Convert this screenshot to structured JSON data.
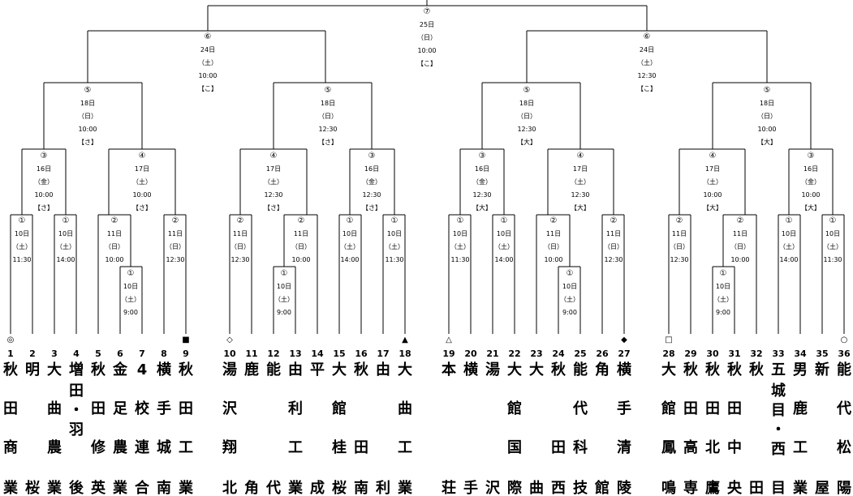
{
  "teams": [
    {
      "num": "1",
      "chars": [
        "秋",
        "田",
        "商",
        "業"
      ],
      "mark": "◎"
    },
    {
      "num": "2",
      "chars": [
        "明",
        "",
        "",
        "桜"
      ],
      "mark": ""
    },
    {
      "num": "3",
      "chars": [
        "大",
        "曲",
        "農",
        "業"
      ],
      "mark": ""
    },
    {
      "num": "4",
      "chars": [
        "増",
        "田・羽",
        "",
        "後"
      ],
      "mark": ""
    },
    {
      "num": "5",
      "chars": [
        "秋",
        "田",
        "修",
        "英"
      ],
      "mark": ""
    },
    {
      "num": "6",
      "chars": [
        "金",
        "足",
        "農",
        "業"
      ],
      "mark": ""
    },
    {
      "num": "7",
      "chars": [
        "4",
        "校",
        "連",
        "合"
      ],
      "mark": ""
    },
    {
      "num": "8",
      "chars": [
        "横",
        "手",
        "城",
        "南"
      ],
      "mark": ""
    },
    {
      "num": "9",
      "chars": [
        "秋",
        "田",
        "工",
        "業"
      ],
      "mark": "■"
    },
    {
      "num": "10",
      "chars": [
        "湯",
        "沢",
        "翔",
        "北"
      ],
      "mark": "◇"
    },
    {
      "num": "11",
      "chars": [
        "鹿",
        "",
        "",
        "角"
      ],
      "mark": ""
    },
    {
      "num": "12",
      "chars": [
        "能",
        "",
        "",
        "代"
      ],
      "mark": ""
    },
    {
      "num": "13",
      "chars": [
        "由",
        "利",
        "工",
        "業"
      ],
      "mark": ""
    },
    {
      "num": "14",
      "chars": [
        "平",
        "",
        "",
        "成"
      ],
      "mark": ""
    },
    {
      "num": "15",
      "chars": [
        "大",
        "館",
        "桂",
        "桜"
      ],
      "mark": ""
    },
    {
      "num": "16",
      "chars": [
        "秋",
        "",
        "田",
        "南"
      ],
      "mark": ""
    },
    {
      "num": "17",
      "chars": [
        "由",
        "",
        "",
        "利"
      ],
      "mark": ""
    },
    {
      "num": "18",
      "chars": [
        "大",
        "曲",
        "工",
        "業"
      ],
      "mark": "▲"
    },
    {
      "num": "19",
      "chars": [
        "本",
        "",
        "",
        "荘"
      ],
      "mark": "△"
    },
    {
      "num": "20",
      "chars": [
        "横",
        "",
        "",
        "手"
      ],
      "mark": ""
    },
    {
      "num": "21",
      "chars": [
        "湯",
        "",
        "",
        "沢"
      ],
      "mark": ""
    },
    {
      "num": "22",
      "chars": [
        "大",
        "館",
        "国",
        "際"
      ],
      "mark": ""
    },
    {
      "num": "23",
      "chars": [
        "大",
        "",
        "",
        "曲"
      ],
      "mark": ""
    },
    {
      "num": "24",
      "chars": [
        "秋",
        "",
        "田",
        "西"
      ],
      "mark": ""
    },
    {
      "num": "25",
      "chars": [
        "能",
        "代",
        "科",
        "技"
      ],
      "mark": ""
    },
    {
      "num": "26",
      "chars": [
        "角",
        "",
        "",
        "館"
      ],
      "mark": ""
    },
    {
      "num": "27",
      "chars": [
        "横",
        "手",
        "清",
        "陵"
      ],
      "mark": "◆"
    },
    {
      "num": "28",
      "chars": [
        "大",
        "館",
        "鳳",
        "鳴"
      ],
      "mark": "□"
    },
    {
      "num": "29",
      "chars": [
        "秋",
        "田",
        "高",
        "専"
      ],
      "mark": ""
    },
    {
      "num": "30",
      "chars": [
        "秋",
        "田",
        "北",
        "鷹"
      ],
      "mark": ""
    },
    {
      "num": "31",
      "chars": [
        "秋",
        "田",
        "中",
        "央"
      ],
      "mark": ""
    },
    {
      "num": "32",
      "chars": [
        "秋",
        "",
        "",
        "田"
      ],
      "mark": ""
    },
    {
      "num": "33",
      "chars": [
        "五",
        "城目・西",
        "",
        "目"
      ],
      "mark": ""
    },
    {
      "num": "34",
      "chars": [
        "男",
        "鹿",
        "工",
        "業"
      ],
      "mark": ""
    },
    {
      "num": "35",
      "chars": [
        "新",
        "",
        "",
        "屋"
      ],
      "mark": ""
    },
    {
      "num": "36",
      "chars": [
        "能",
        "代",
        "松",
        "陽"
      ],
      "mark": "○"
    }
  ],
  "matches": {
    "final": {
      "round": "⑦",
      "lines": [
        "25日",
        "（日）",
        "10:00",
        "【こ】"
      ]
    },
    "semi_l": {
      "round": "⑥",
      "lines": [
        "24日",
        "（土）",
        "10:00",
        "【こ】"
      ]
    },
    "semi_r": {
      "round": "⑥",
      "lines": [
        "24日",
        "（土）",
        "12:30",
        "【こ】"
      ]
    },
    "q_1": {
      "round": "⑤",
      "lines": [
        "18日",
        "（日）",
        "10:00",
        "【さ】"
      ]
    },
    "q_2": {
      "round": "⑤",
      "lines": [
        "18日",
        "（日）",
        "12:30",
        "【さ】"
      ]
    },
    "q_3": {
      "round": "⑤",
      "lines": [
        "18日",
        "（日）",
        "12:30",
        "【大】"
      ]
    },
    "q_4": {
      "round": "⑤",
      "lines": [
        "18日",
        "（日）",
        "10:00",
        "【大】"
      ]
    },
    "r3_a": {
      "round": "③",
      "lines": [
        "16日",
        "（金）",
        "10:00",
        "【さ】"
      ]
    },
    "r3_b": {
      "round": "④",
      "lines": [
        "17日",
        "（土）",
        "10:00",
        "【さ】"
      ]
    },
    "r3_c": {
      "round": "④",
      "lines": [
        "17日",
        "（土）",
        "12:30",
        "【さ】"
      ]
    },
    "r3_d": {
      "round": "③",
      "lines": [
        "16日",
        "（金）",
        "12:30",
        "【さ】"
      ]
    },
    "r3_e": {
      "round": "③",
      "lines": [
        "16日",
        "（金）",
        "12:30",
        "【大】"
      ]
    },
    "r3_f": {
      "round": "④",
      "lines": [
        "17日",
        "（土）",
        "12:30",
        "【大】"
      ]
    },
    "r3_g": {
      "round": "④",
      "lines": [
        "17日",
        "（土）",
        "10:00",
        "【大】"
      ]
    },
    "r3_h": {
      "round": "③",
      "lines": [
        "16日",
        "（金）",
        "10:00",
        "【大】"
      ]
    },
    "r2_1": {
      "round": "①",
      "lines": [
        "10日",
        "（土）",
        "11:30"
      ]
    },
    "r2_2": {
      "round": "①",
      "lines": [
        "10日",
        "（土）",
        "14:00"
      ]
    },
    "r2_3": {
      "round": "②",
      "lines": [
        "11日",
        "（日）",
        "10:00"
      ]
    },
    "r2_4": {
      "round": "②",
      "lines": [
        "11日",
        "（日）",
        "12:30"
      ]
    },
    "r2_5": {
      "round": "②",
      "lines": [
        "11日",
        "（日）",
        "12:30"
      ]
    },
    "r2_6": {
      "round": "②",
      "lines": [
        "11日",
        "（日）",
        "10:00"
      ]
    },
    "r2_7": {
      "round": "①",
      "lines": [
        "10日",
        "（土）",
        "14:00"
      ]
    },
    "r2_8": {
      "round": "①",
      "lines": [
        "10日",
        "（土）",
        "11:30"
      ]
    },
    "r2_9": {
      "round": "①",
      "lines": [
        "10日",
        "（土）",
        "11:30"
      ]
    },
    "r2_10": {
      "round": "①",
      "lines": [
        "10日",
        "（土）",
        "14:00"
      ]
    },
    "r2_11": {
      "round": "②",
      "lines": [
        "11日",
        "（日）",
        "10:00"
      ]
    },
    "r2_12": {
      "round": "②",
      "lines": [
        "11日",
        "（日）",
        "12:30"
      ]
    },
    "r2_13": {
      "round": "②",
      "lines": [
        "11日",
        "（日）",
        "12:30"
      ]
    },
    "r2_14": {
      "round": "②",
      "lines": [
        "11日",
        "（日）",
        "10:00"
      ]
    },
    "r2_15": {
      "round": "①",
      "lines": [
        "10日",
        "（土）",
        "14:00"
      ]
    },
    "r2_16": {
      "round": "①",
      "lines": [
        "10日",
        "（土）",
        "11:30"
      ]
    },
    "r1_a": {
      "round": "①",
      "lines": [
        "10日",
        "（土）",
        "9:00"
      ]
    },
    "r1_b": {
      "round": "①",
      "lines": [
        "10日",
        "（土）",
        "9:00"
      ]
    },
    "r1_c": {
      "round": "①",
      "lines": [
        "10日",
        "（土）",
        "9:00"
      ]
    },
    "r1_d": {
      "round": "①",
      "lines": [
        "10日",
        "（土）",
        "9:00"
      ]
    }
  }
}
